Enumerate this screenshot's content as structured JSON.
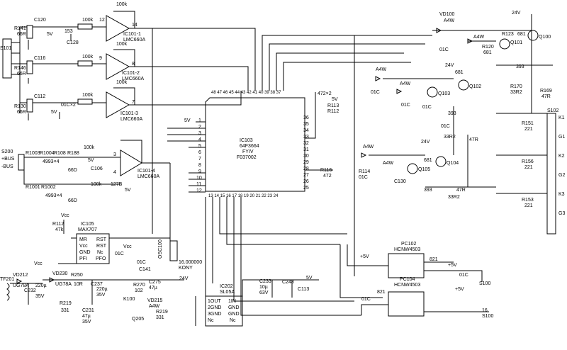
{
  "op_amps": {
    "u1": {
      "ref": "IC101-1",
      "part": "LMC660A",
      "pin_a": "14",
      "pin_b": "12"
    },
    "u2": {
      "ref": "IC101-2",
      "part": "LMC660A",
      "pin_a": "8",
      "pin_b": "9"
    },
    "u3": {
      "ref": "IC101-3",
      "part": "LMC660A",
      "pin_a": "7"
    },
    "u4": {
      "ref": "IC101-4",
      "part": "LMC660A",
      "pin_a": "3",
      "pin_b": "4"
    }
  },
  "labels": {
    "s101": "S101",
    "r141": "R141",
    "r141v": "66R",
    "r146": "R146",
    "r146v": "66R",
    "r130": "R130",
    "r130v": "66R",
    "c120": "C120",
    "c116": "C116",
    "c112": "C112",
    "c153": "153",
    "c128": "C128",
    "v5a": "5V",
    "v5b": "5V",
    "v5c": "5V",
    "v5d": "5V",
    "v5e": "5V",
    "v5f": "5V",
    "v5g": "5V",
    "k100a": "100k",
    "k100b": "100k",
    "k100c": "100k",
    "k100d": "100k",
    "k100e": "100k",
    "k100f": "100k",
    "k100g": "100k",
    "k100h": "100k",
    "c01ca": "01C",
    "c01cb": "01C",
    "c01cc": "01C",
    "c01cd": "01C",
    "c01ce": "01C",
    "c01cf": "01C",
    "c01cg": "01C",
    "c01ch": "01C",
    "c01ci": "01C",
    "c01cj": "01C",
    "c01x2": "01C×2",
    "s200": "S200",
    "bus_plus": "+BUS",
    "bus_minus": "-BUS",
    "r1003": "R1003",
    "r1004": "R1004",
    "r108": "R108",
    "r188": "R188",
    "r1001": "R1001",
    "r1002": "R1002",
    "r4993a": "4993×4",
    "r4993b": "4993×4",
    "r66a": "66D",
    "r66b": "66D",
    "c106": "C106",
    "c127": "127B",
    "vcc1": "Vcc",
    "vcc2": "Vcc",
    "vcc3": "Vcc",
    "ic105": "IC105",
    "ic105p": "MAX707",
    "mr": "MR",
    "vcc_pin": "Vcc",
    "gnd_pin": "GND",
    "pfi": "PFI",
    "rst1": "RST",
    "rst2": "RST",
    "nc": "Nc",
    "pfo": "PFO",
    "r112": "R112",
    "r112v": "47k",
    "c141": "C141",
    "osc100": "OSC100",
    "osc_freq": "16.000000",
    "osc_mfg": "KONY",
    "tf201": "TF201",
    "vd212": "VD212",
    "vd212p": "UG78A",
    "vd230": "VD230",
    "vd230p": "UG78A",
    "r250": "R250",
    "r250v": "10R",
    "c232": "C232",
    "c232v": "220µ",
    "c232w": "35V",
    "c237": "C237",
    "c237v": "220µ",
    "c237w": "35V",
    "r219": "R219",
    "r219v": "331",
    "c231": "C231",
    "c231v": "47µ",
    "c231w": "35V",
    "r270": "R270",
    "r270v": "102",
    "c275": "C275",
    "c275v": "47µ",
    "v24a": "24V",
    "v24b": "24V",
    "v24c": "24V",
    "v24d": "24V",
    "k100": "K100",
    "vd215": "VD215",
    "vd215p": "A4W",
    "q205": "Q205",
    "r219b": "R219",
    "r219bv": "331",
    "ic202": "IC202",
    "ic202p": "SL05A",
    "out1": "1OUT",
    "in1": "1IN",
    "gnd1": "2GND",
    "gnd2": "GND",
    "gnd3": "3GND",
    "gnd4": "GND",
    "nc1": "Nc",
    "nc2": "Nc",
    "c233": "C233",
    "c233v": "10µ",
    "c233w": "63V",
    "c248": "C248",
    "c113": "C113",
    "ic103": "IC103",
    "ic103p": "64F3664",
    "ic103q": "FYIV",
    "ic103r": "F037002",
    "pins_top": "48 47 46 45 44 43 42 41 40 39 38 37",
    "pins_bottom": "13 14 15 16 17 18 19 20 21 22 23 24",
    "pins_left": [
      "1",
      "2",
      "3",
      "4",
      "5",
      "6",
      "7",
      "8",
      "9",
      "10",
      "11",
      "12"
    ],
    "pins_right": [
      "36",
      "35",
      "34",
      "33",
      "32",
      "31",
      "30",
      "29",
      "28",
      "27",
      "26",
      "25"
    ],
    "r472x2": "472×2",
    "r113": "R113",
    "r112b": "R112",
    "r116": "R116",
    "r116v": "472",
    "vd100": "VD100",
    "vd100p": "A4W",
    "a4wa": "A4W",
    "a4wb": "A4W",
    "a4wc": "A4W",
    "a4wd": "A4W",
    "a4we": "A4W",
    "a4wf": "A4W",
    "r123": "R123",
    "r123v": "681",
    "q100": "Q100",
    "q101": "Q101",
    "q102": "Q102",
    "q103": "Q103",
    "q104": "Q104",
    "q105": "Q105",
    "r120": "R120",
    "r120v": "681",
    "r393a": "393",
    "r393b": "393",
    "r393c": "393",
    "r170": "R170",
    "r170v": "33R2",
    "r169": "R169",
    "r169v": "47R",
    "r681a": "681",
    "r681b": "681",
    "r33a": "33R2",
    "r33b": "33R2",
    "r47a": "47R",
    "r47b": "47R",
    "s102": "S102",
    "r151": "R151",
    "r151v": "221",
    "r156": "R156",
    "r156v": "221",
    "r153": "R153",
    "r153v": "221",
    "k1": "K1",
    "g1": "G1",
    "k2": "K2",
    "g2": "G2",
    "k3": "K3",
    "g3": "G3",
    "c130": "C130",
    "r114": "R114",
    "pc102": "PC102",
    "pc102p": "HCNW4503",
    "pc104": "PC104",
    "pc104p": "HCNW4503",
    "r821a": "821",
    "r821b": "821",
    "p5va": "+5V",
    "p5vb": "+5V",
    "p5vc": "+5V",
    "s100a": "S100",
    "s100b": "S100",
    "n16": "16"
  }
}
